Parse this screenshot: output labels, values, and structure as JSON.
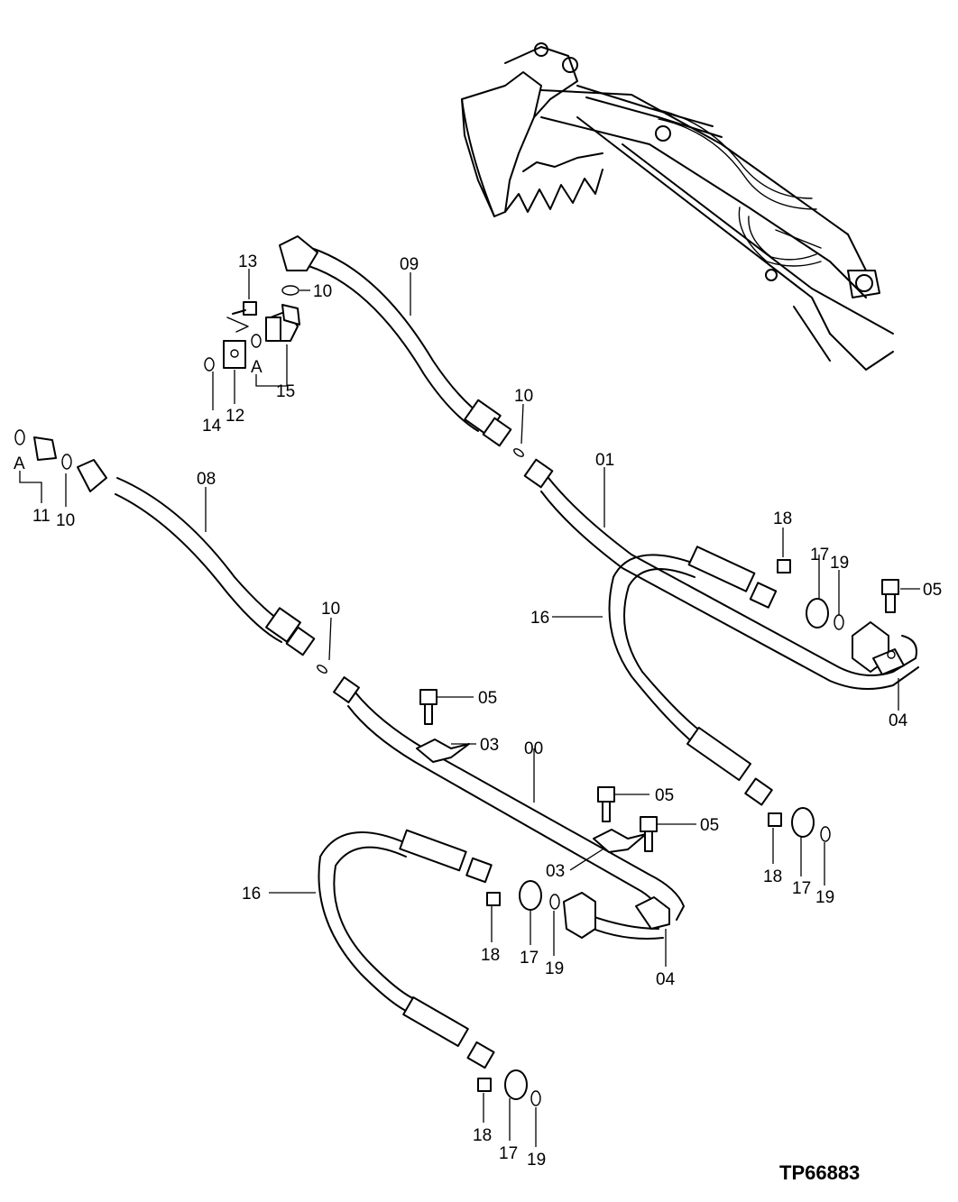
{
  "figure_ref": "TP66883",
  "labels": [
    {
      "id": "l13",
      "text": "13"
    },
    {
      "id": "l10a",
      "text": "10"
    },
    {
      "id": "l09",
      "text": "09"
    },
    {
      "id": "l14",
      "text": "14"
    },
    {
      "id": "l12",
      "text": "12"
    },
    {
      "id": "lA1",
      "text": "A"
    },
    {
      "id": "l15",
      "text": "15"
    },
    {
      "id": "l10b",
      "text": "10"
    },
    {
      "id": "lA2",
      "text": "A"
    },
    {
      "id": "l11",
      "text": "11"
    },
    {
      "id": "l10c",
      "text": "10"
    },
    {
      "id": "l08",
      "text": "08"
    },
    {
      "id": "l01",
      "text": "01"
    },
    {
      "id": "l18a",
      "text": "18"
    },
    {
      "id": "l17a",
      "text": "17"
    },
    {
      "id": "l19a",
      "text": "19"
    },
    {
      "id": "l05a",
      "text": "05"
    },
    {
      "id": "l16a",
      "text": "16"
    },
    {
      "id": "l04a",
      "text": "04"
    },
    {
      "id": "l10d",
      "text": "10"
    },
    {
      "id": "l05b",
      "text": "05"
    },
    {
      "id": "l03a",
      "text": "03"
    },
    {
      "id": "l00",
      "text": "00"
    },
    {
      "id": "l05c",
      "text": "05"
    },
    {
      "id": "l05d",
      "text": "05"
    },
    {
      "id": "l03b",
      "text": "03"
    },
    {
      "id": "l16b",
      "text": "16"
    },
    {
      "id": "l18b",
      "text": "18"
    },
    {
      "id": "l17b",
      "text": "17"
    },
    {
      "id": "l19b",
      "text": "19"
    },
    {
      "id": "l04b",
      "text": "04"
    },
    {
      "id": "l18c",
      "text": "18"
    },
    {
      "id": "l17c",
      "text": "17"
    },
    {
      "id": "l19c",
      "text": "19"
    },
    {
      "id": "l18d",
      "text": "18"
    },
    {
      "id": "l17d",
      "text": "17"
    },
    {
      "id": "l19d",
      "text": "19"
    }
  ]
}
